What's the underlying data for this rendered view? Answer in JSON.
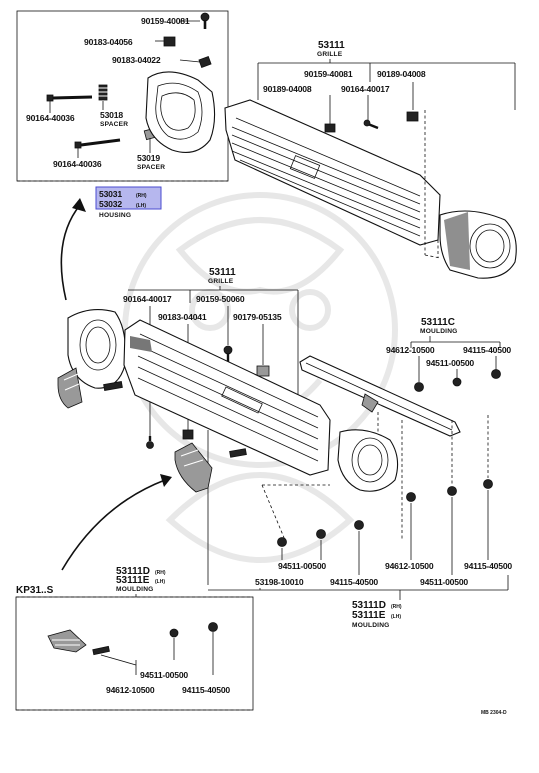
{
  "inset_top": {
    "p90159_40081": "90159-40081",
    "p90183_04056": "90183-04056",
    "p90183_04022": "90183-04022",
    "p90164_40036_a": "90164-40036",
    "p53018": "53018",
    "spacer_a": "SPACER",
    "p90164_40036_b": "90164-40036",
    "p53019": "53019",
    "spacer_b": "SPACER",
    "p53031": "53031",
    "rh_a": "(RH)",
    "p53032": "53032",
    "lh_a": "(LH)",
    "housing": "HOUSING"
  },
  "upper_grille": {
    "p53111": "53111",
    "grille": "GRILLE",
    "p90159_50081": "90159-40081",
    "p90189_04008_a": "90189-04008",
    "p90189_04008_b": "90189-04008",
    "p90164_40017": "90164-40017"
  },
  "lower_grille": {
    "p53111": "53111",
    "grille": "GRILLE",
    "p90164_40017": "90164-40017",
    "p90159_50060": "90159-50060",
    "p90183_04041": "90183-04041",
    "p90179_05135": "90179-05135",
    "p53111c": "53111C",
    "moulding": "MOULDING",
    "p94612_10500": "94612-10500",
    "p94115_40500": "94115-40500",
    "p94511_00500": "94511-00500"
  },
  "bottom_right": {
    "p94511_00500": "94511-00500",
    "p94612_10500": "94612-10500",
    "p94115_40500_a": "94115-40500",
    "p53198_10010": "53198-10010",
    "p94115_40500_b": "94115-40500",
    "p94511_00500_b": "94511-00500",
    "p53111d": "53111D",
    "rh": "(RH)",
    "p53111e": "53111E",
    "lh": "(LH)",
    "moulding": "MOULDING"
  },
  "left_mid": {
    "p53111d": "53111D",
    "rh": "(RH)",
    "p53111e": "53111E",
    "lh": "(LH)",
    "moulding": "MOULDING"
  },
  "inset_bottom": {
    "title": "KP31..S",
    "p94511_00500": "94511-00500",
    "p94612_10500": "94612-10500",
    "p94115_40500": "94115-40500"
  },
  "footer_code": "MB 2304-D"
}
